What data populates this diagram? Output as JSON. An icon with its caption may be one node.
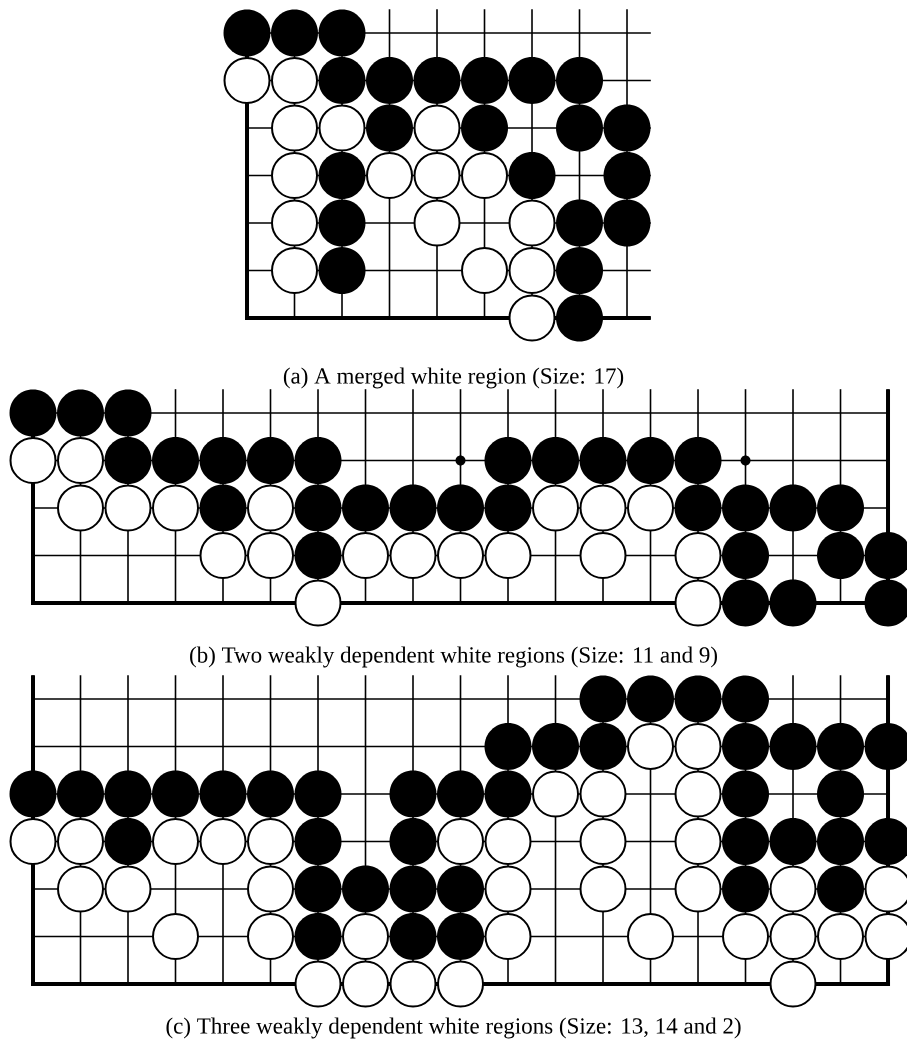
{
  "diagram": {
    "labels": [
      "(a) A merged white region (Size: 17)",
      "(b) Two weakly dependent white regions (Size: 11 and 9)",
      "(c) Three weakly dependent white regions (Size: 13, 14 and 2)"
    ]
  }
}
